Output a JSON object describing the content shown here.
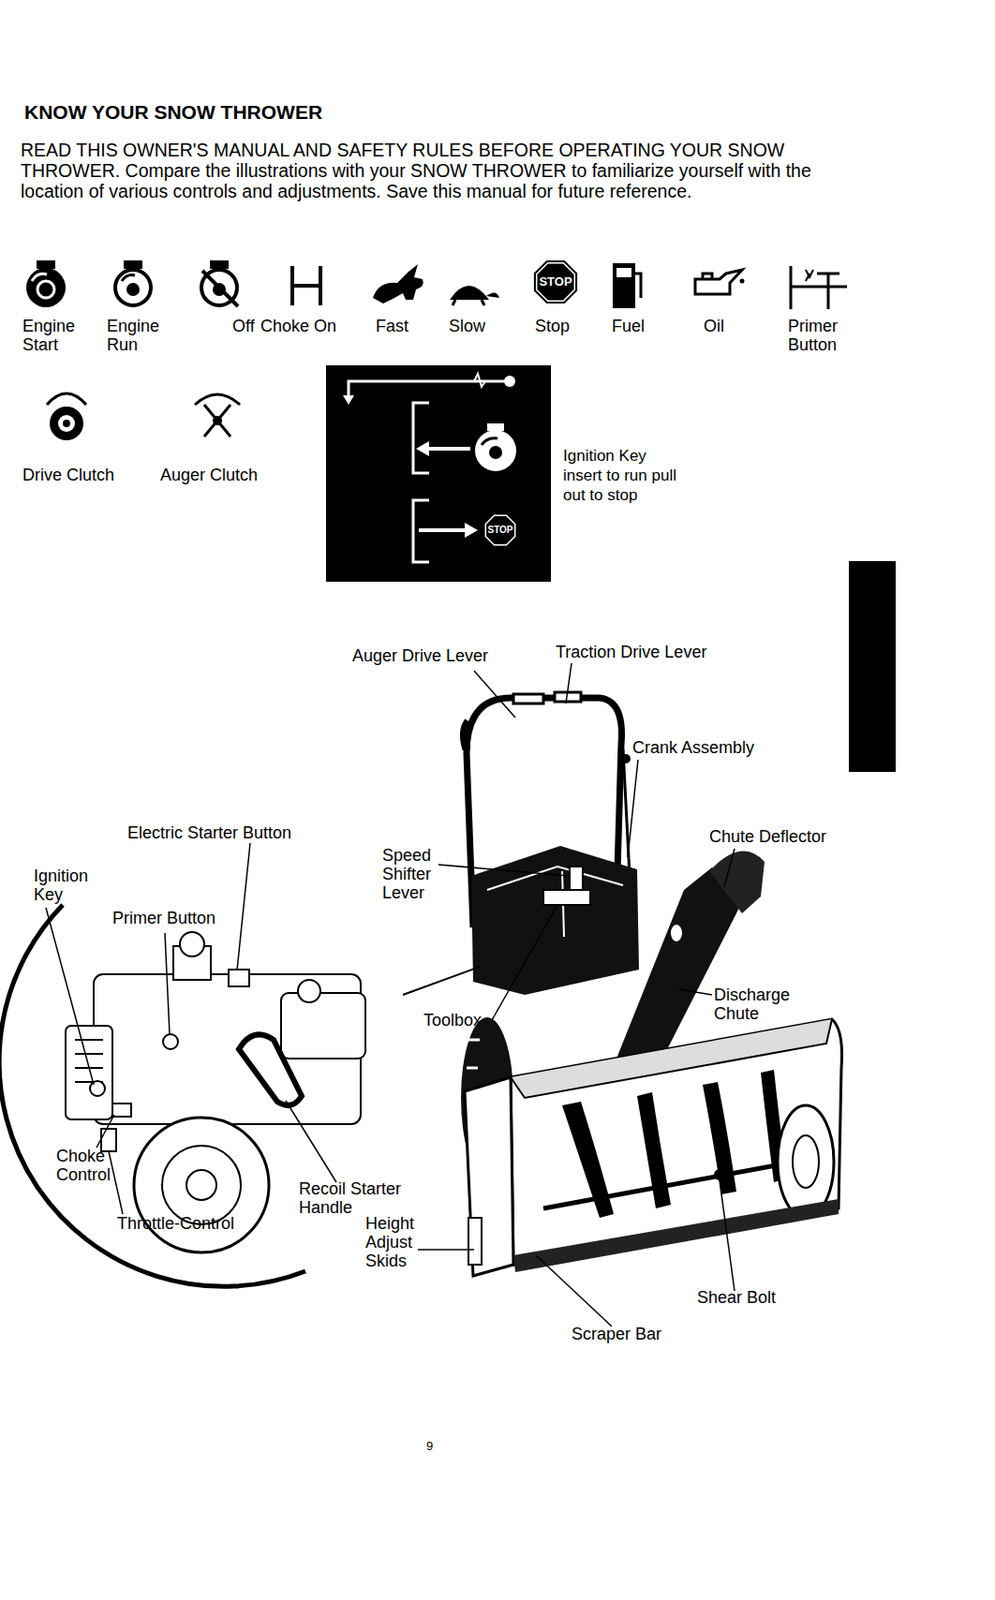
{
  "diagram": {
    "title": "KNOW YOUR SNOW THROWER",
    "nodes": [
      {
        "text": [
          "STOP",
          "Stop"
        ]
      },
      {
        "text": [
          "Ignition Key insert to run pull out to stop"
        ]
      },
      {
        "text": [
          "STOP"
        ],
        "in": 1
      }
    ],
    "labels": [
      "READ THIS OWNER'S MANUAL AND SAFETY RULES BEFORE OPERATING YOUR SNOW THROWER. Compare the illustrations with your SNOW THROWER to familiarize yourself with the location of various controls and adjustments. Save this manual for future reference.",
      "Engine Start",
      "Engine Run",
      "Off",
      "Choke On",
      "Fast",
      "Slow",
      "Fuel",
      "Oil",
      "Primer Button",
      "Drive Clutch",
      "Auger Clutch",
      "Auger Drive Lever",
      "Traction Drive Lever",
      "Crank Assembly",
      "Electric Starter Button",
      "Chute Deflector",
      "Ignition Key",
      "Speed Shifter Lever",
      "Primer Button",
      "Discharge Chute",
      "Toolbox",
      "Choke Control",
      "Throttle-Control",
      "Recoil Starter Handle",
      "Height Adjust Skids",
      "Shear Bolt",
      "Scraper Bar",
      "9"
    ]
  }
}
